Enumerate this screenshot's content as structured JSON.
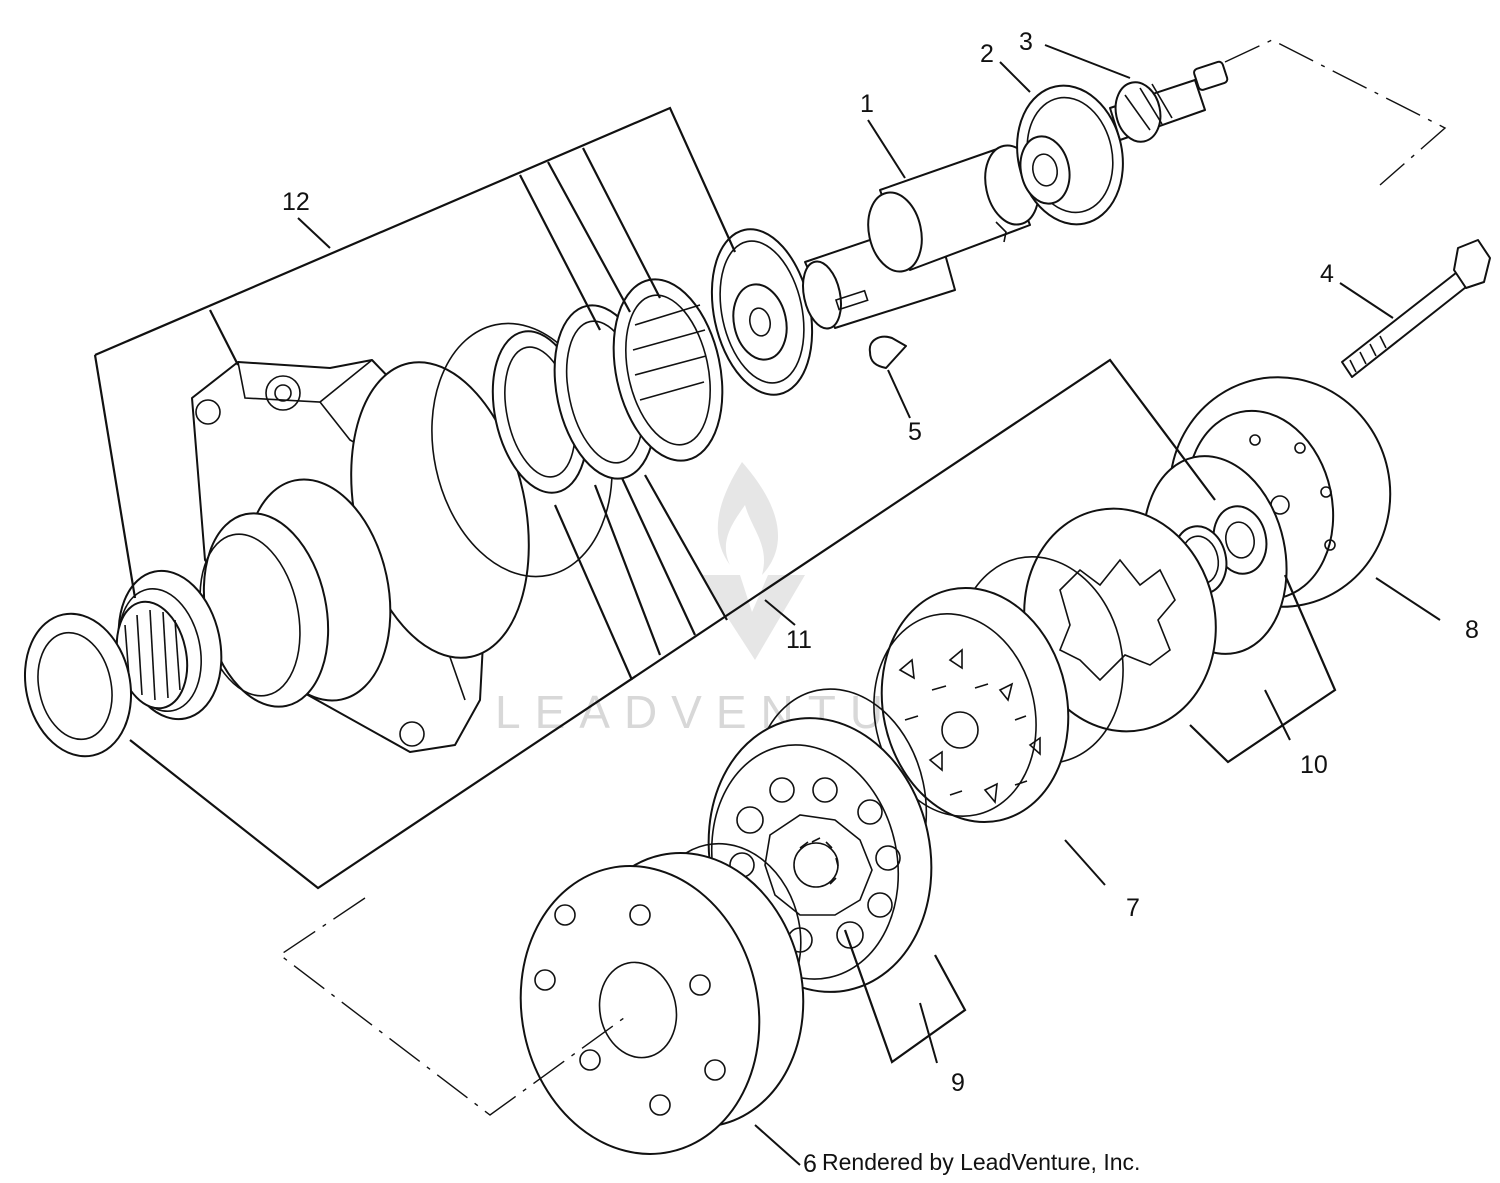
{
  "callouts": {
    "c1": "1",
    "c2": "2",
    "c3": "3",
    "c4": "4",
    "c5": "5",
    "c6": "6",
    "c7": "7",
    "c8": "8",
    "c9": "9",
    "c10": "10",
    "c11": "11",
    "c12": "12"
  },
  "credit": "Rendered by LeadVenture, Inc.",
  "watermark": "LEADVENTURE",
  "colors": {
    "line": "#111111",
    "background": "#ffffff",
    "watermark": "#d8d8d8"
  }
}
